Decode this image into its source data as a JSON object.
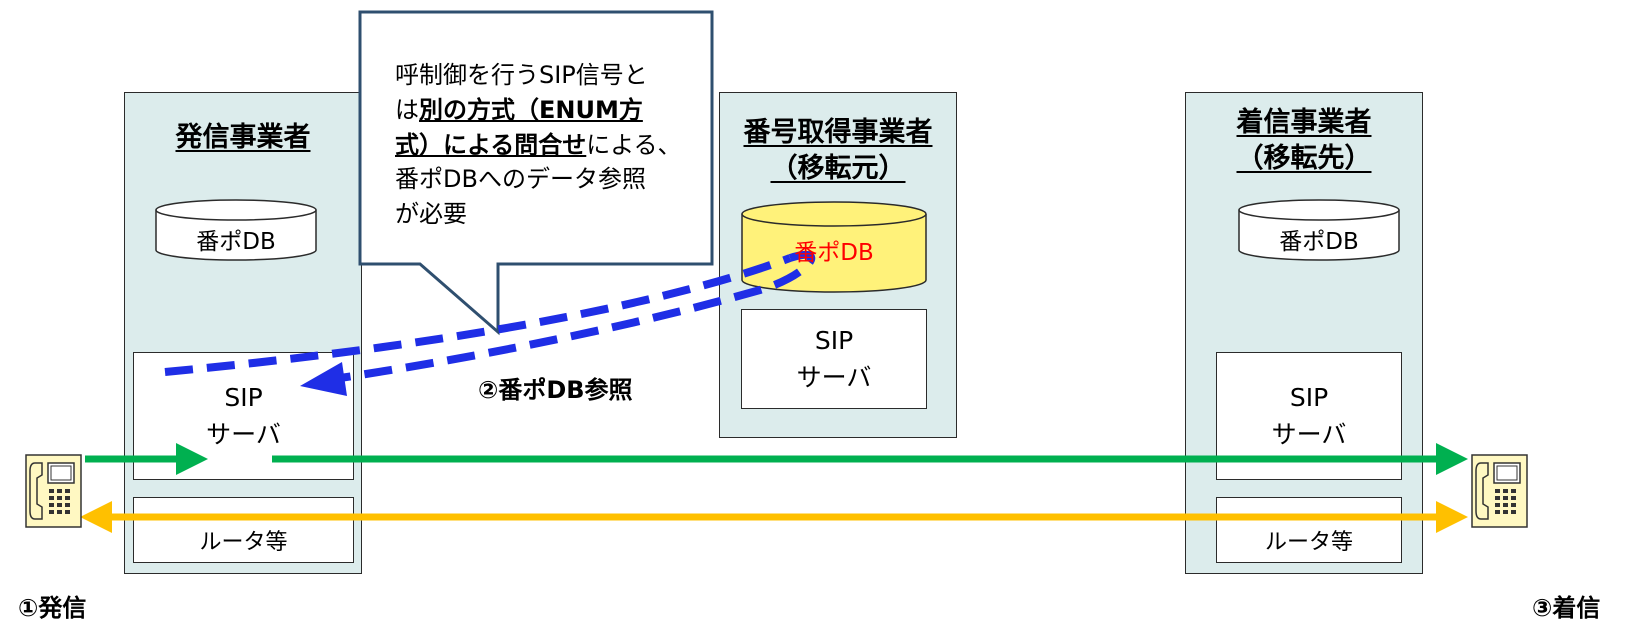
{
  "panels": {
    "caller": {
      "title": "発信事業者",
      "db": "番ポDB",
      "sip": [
        "SIP",
        "サーバ"
      ],
      "router": "ルータ等"
    },
    "donor": {
      "title": [
        "番号取得事業者",
        "（移転元）"
      ],
      "db": "番ポDB",
      "sip": [
        "SIP",
        "サーバ"
      ]
    },
    "callee": {
      "title": [
        "着信事業者",
        "（移転先）"
      ],
      "db": "番ポDB",
      "sip": [
        "SIP",
        "サーバ"
      ],
      "router": "ルータ等"
    }
  },
  "callout": {
    "line1": "呼制御を行うSIP信号と",
    "line2_pre": "は",
    "line2_bold": "別の方式（ENUM方",
    "line3_bold": "式）による問合せ",
    "line3_post": "による、",
    "line4": "番ポDBへのデータ参照",
    "line5": "が必要"
  },
  "labels": {
    "db_lookup": "②番ポDB参照",
    "origin": "①発信",
    "destination": "③着信"
  },
  "colors": {
    "panel_bg": "#dcecec",
    "db_highlight": "#fff27a",
    "db_highlight_text": "#ff0000",
    "signal_arrow": "#00b050",
    "media_arrow": "#ffc000",
    "lookup_arrow": "#1f2ee6",
    "callout_border": "#2f4f6f"
  },
  "icons": [
    "phone-icon-origin",
    "phone-icon-destination"
  ]
}
